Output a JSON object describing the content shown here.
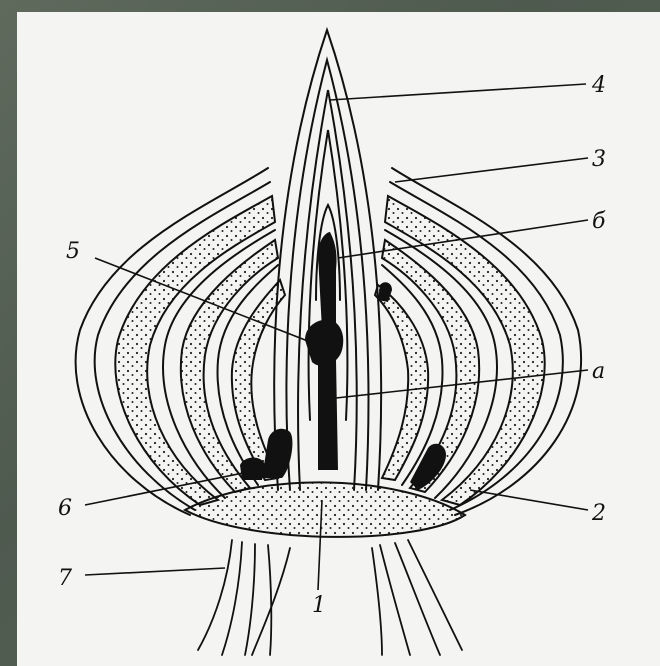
{
  "labels": {
    "l1": "1",
    "l2": "2",
    "l3": "3",
    "l4": "4",
    "l5": "5",
    "l6": "6",
    "l7": "7",
    "la": "а",
    "lb": "б"
  },
  "colors": {
    "frame": "#556055",
    "paper": "#f4f4f2",
    "ink": "#111111"
  }
}
